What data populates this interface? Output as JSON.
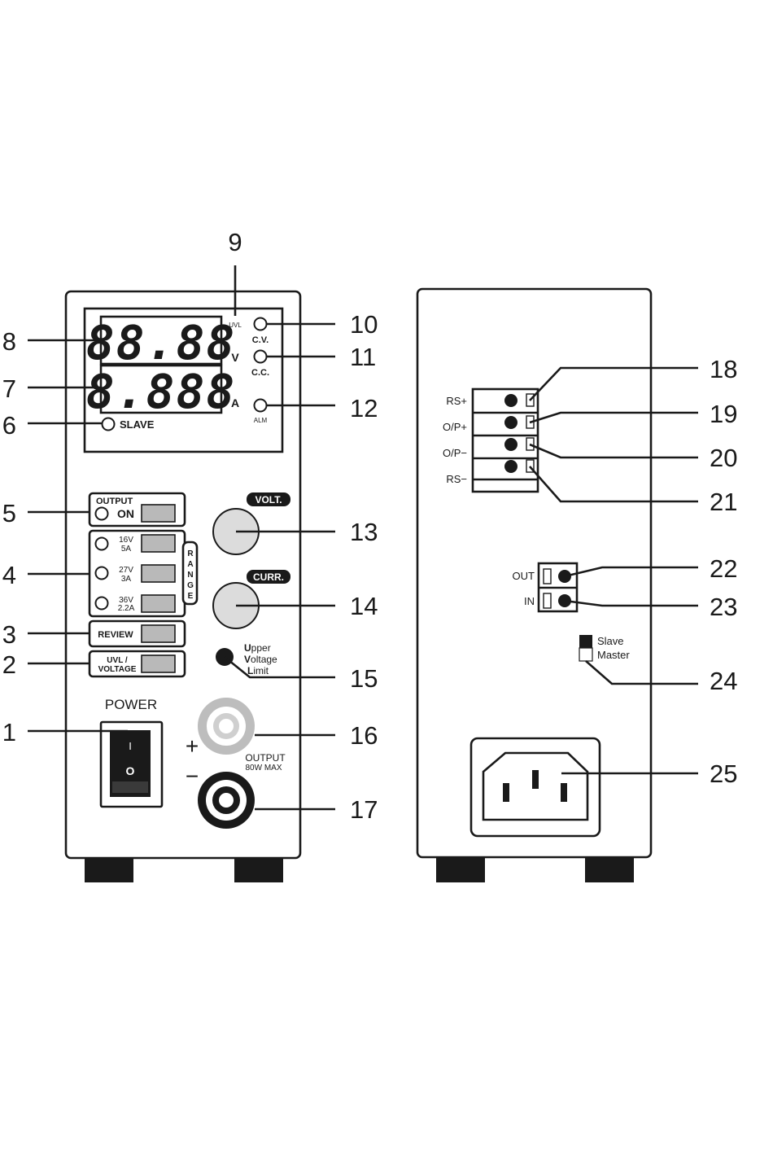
{
  "front_panel": {
    "display": {
      "top_readout": "88.88",
      "bottom_readout": "8.888",
      "volt_unit": "V",
      "amp_unit": "A",
      "uvl_label": "UVL",
      "cv_label": "C.V.",
      "cc_label": "C.C.",
      "alm_label": "ALM",
      "slave_label": "SLAVE"
    },
    "output_box": {
      "title": "OUTPUT",
      "on_label": "ON"
    },
    "range": {
      "title_letters": [
        "R",
        "A",
        "N",
        "G",
        "E"
      ],
      "options": [
        {
          "voltage": "16V",
          "current": "5A"
        },
        {
          "voltage": "27V",
          "current": "3A"
        },
        {
          "voltage": "36V",
          "current": "2.2A"
        }
      ]
    },
    "review_label": "REVIEW",
    "uvl_voltage_label": {
      "line1": "UVL /",
      "line2": "VOLTAGE"
    },
    "volt_knob_label": "VOLT.",
    "curr_knob_label": "CURR.",
    "upper_voltage_limit": {
      "lines": [
        {
          "initial": "U",
          "rest": "pper"
        },
        {
          "initial": "V",
          "rest": "oltage"
        },
        {
          "initial": "L",
          "rest": "imit"
        }
      ]
    },
    "power_label": "POWER",
    "switch_on": "I",
    "switch_off": "O",
    "plus_sign": "+",
    "minus_sign": "−",
    "output_terminal_label": {
      "line1": "OUTPUT",
      "line2": "80W MAX"
    }
  },
  "rear_panel": {
    "terminal_labels": [
      "RS+",
      "O/P+",
      "O/P−",
      "RS−"
    ],
    "link_labels": [
      "OUT",
      "IN"
    ],
    "mode_labels": [
      "Slave",
      "Master"
    ]
  },
  "callouts": {
    "n1": "1",
    "n2": "2",
    "n3": "3",
    "n4": "4",
    "n5": "5",
    "n6": "6",
    "n7": "7",
    "n8": "8",
    "n9": "9",
    "n10": "10",
    "n11": "11",
    "n12": "12",
    "n13": "13",
    "n14": "14",
    "n15": "15",
    "n16": "16",
    "n17": "17",
    "n18": "18",
    "n19": "19",
    "n20": "20",
    "n21": "21",
    "n22": "22",
    "n23": "23",
    "n24": "24",
    "n25": "25"
  },
  "colors": {
    "line": "#1a1a1a",
    "key_fill": "#b9b9b9",
    "knob_fill": "#dcdcdc",
    "terminal_plus_ring": "#bdbdbd",
    "background": "#ffffff"
  }
}
